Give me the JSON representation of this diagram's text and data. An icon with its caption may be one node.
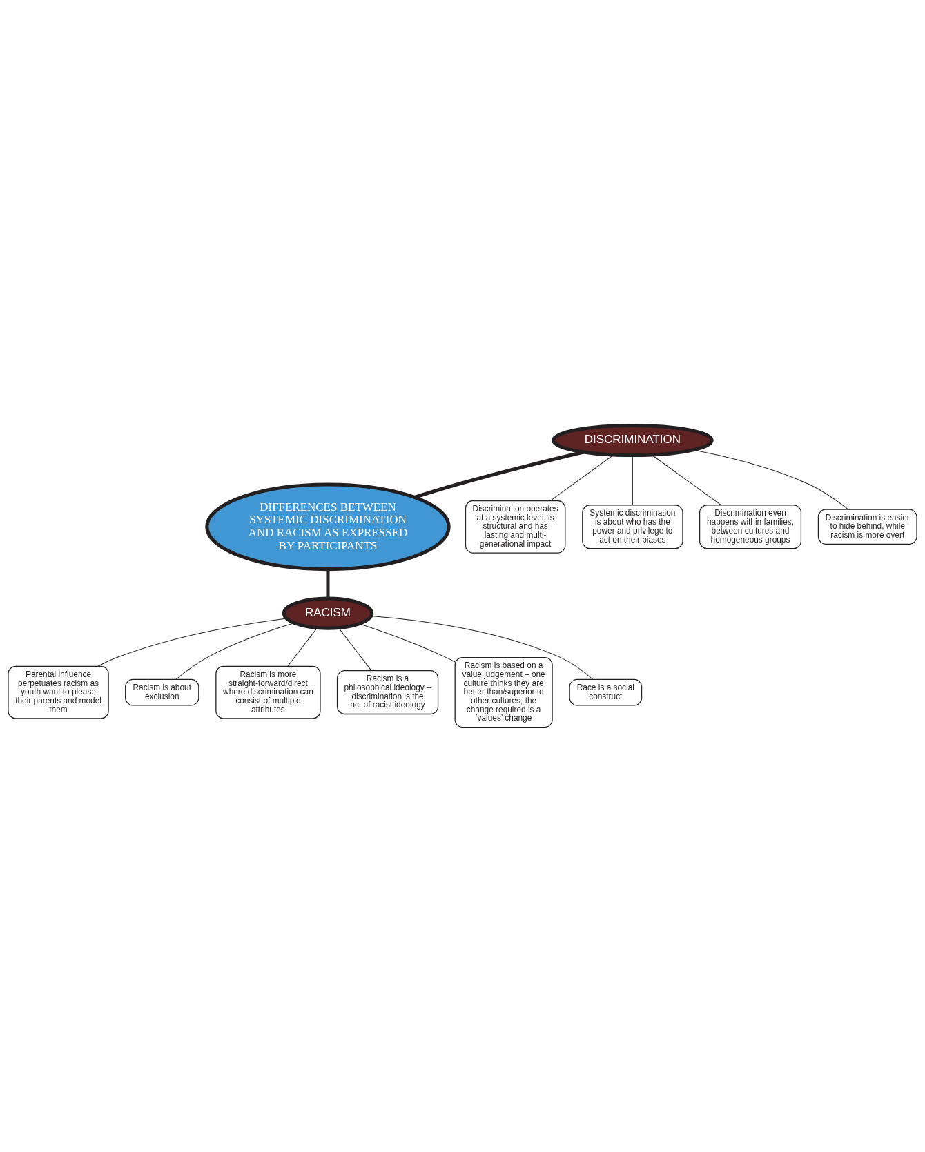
{
  "diagram": {
    "nodes": [
      {
        "text": [
          "DIFFERENCES BETWEEN SYSTEMIC DISCRIMINATION AND RACISM AS EXPRESSED BY PARTICIPANTS"
        ]
      },
      {
        "text": [
          "DISCRIMINATION"
        ]
      },
      {
        "text": [
          "Discrimination operates at a systemic level, is structural and has lasting and multi- generational impact"
        ]
      },
      {
        "text": [
          "Systemic discrimination is about who has the power and privilege to act on their biases"
        ]
      },
      {
        "text": [
          "Discrimination even happens within families, between cultures and homogeneous groups"
        ]
      },
      {
        "text": [
          "Discrimination is easier to hide behind, while racism is more overt"
        ]
      },
      {
        "text": [
          "RACISM"
        ]
      },
      {
        "text": [
          "Parental influence perpetuates racism as youth want to please their parents and model them"
        ]
      },
      {
        "text": [
          "Racism is about exclusion"
        ]
      },
      {
        "text": [
          "Racism is more straight-forward/direct where discrimination can consist of multiple attributes"
        ]
      },
      {
        "text": [
          "Racism is a philosophical ideology – discrimination is the act of racist ideology"
        ]
      },
      {
        "text": [
          "Racism is based on a value judgement – one culture thinks they are better than/superior to other cultures; the change required is a ‘values’ change"
        ]
      },
      {
        "text": [
          "Race is a social construct"
        ]
      }
    ],
    "edges": [
      {
        "from": 1,
        "to": 0,
        "arrow": "none",
        "style": "thick"
      },
      {
        "from": 1,
        "to": 2,
        "arrow": "none"
      },
      {
        "from": 1,
        "to": 3,
        "arrow": "none"
      },
      {
        "from": 1,
        "to": 4,
        "arrow": "none"
      },
      {
        "from": 1,
        "to": 5,
        "arrow": "none"
      },
      {
        "from": 0,
        "to": 6,
        "arrow": "none",
        "style": "thick"
      },
      {
        "from": 6,
        "to": 7,
        "arrow": "none"
      },
      {
        "from": 6,
        "to": 8,
        "arrow": "none"
      },
      {
        "from": 6,
        "to": 9,
        "arrow": "none"
      },
      {
        "from": 6,
        "to": 10,
        "arrow": "none"
      },
      {
        "from": 6,
        "to": 11,
        "arrow": "none"
      },
      {
        "from": 6,
        "to": 12,
        "arrow": "none"
      }
    ]
  }
}
